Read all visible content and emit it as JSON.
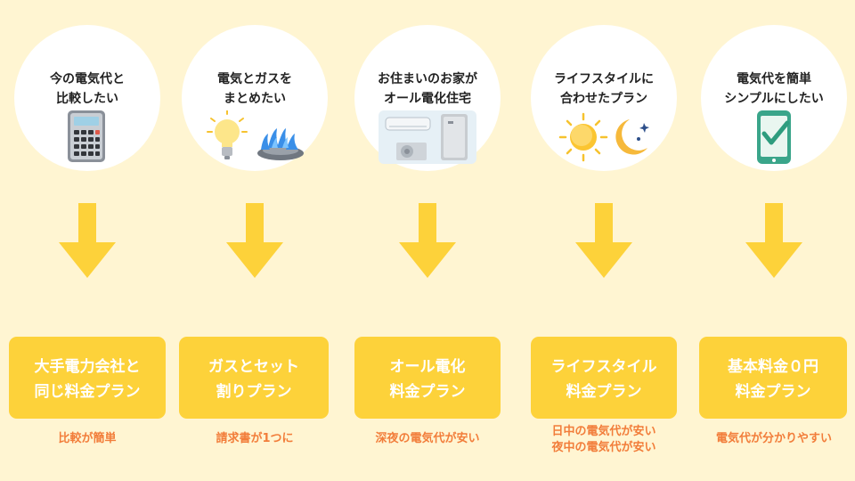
{
  "columns": [
    {
      "question": [
        "今の電気代と",
        "比較したい"
      ],
      "illustration": "calculator-icon",
      "plan": [
        "大手電力会社と",
        "同じ料金プラン"
      ],
      "note": [
        "比較が簡単"
      ]
    },
    {
      "question": [
        "電気とガスを",
        "まとめたい"
      ],
      "illustration": "lightbulb-and-gas-flame-icon",
      "plan": [
        "ガスとセット",
        "割りプラン"
      ],
      "note": [
        "請求書が1つに"
      ]
    },
    {
      "question": [
        "お住まいのお家が",
        "オール電化住宅"
      ],
      "illustration": "air-conditioner-and-water-heater-icon",
      "plan": [
        "オール電化",
        "料金プラン"
      ],
      "note": [
        "深夜の電気代が安い"
      ]
    },
    {
      "question": [
        "ライフスタイルに",
        "合わせたプラン"
      ],
      "illustration": "sun-and-moon-icon",
      "plan": [
        "ライフスタイル",
        "料金プラン"
      ],
      "note": [
        "日中の電気代が安い",
        "夜中の電気代が安い"
      ]
    },
    {
      "question": [
        "電気代を簡単",
        "シンプルにしたい"
      ],
      "illustration": "smartphone-check-icon",
      "plan": [
        "基本料金０円",
        "料金プラン"
      ],
      "note": [
        "電気代が分かりやすい"
      ]
    }
  ],
  "colors": {
    "background": "#fff5d2",
    "circle": "#ffffff",
    "arrow": "#fdd23a",
    "plan_box": "#fdd23a",
    "plan_text": "#ffffff",
    "note_text": "#f27d3a"
  }
}
